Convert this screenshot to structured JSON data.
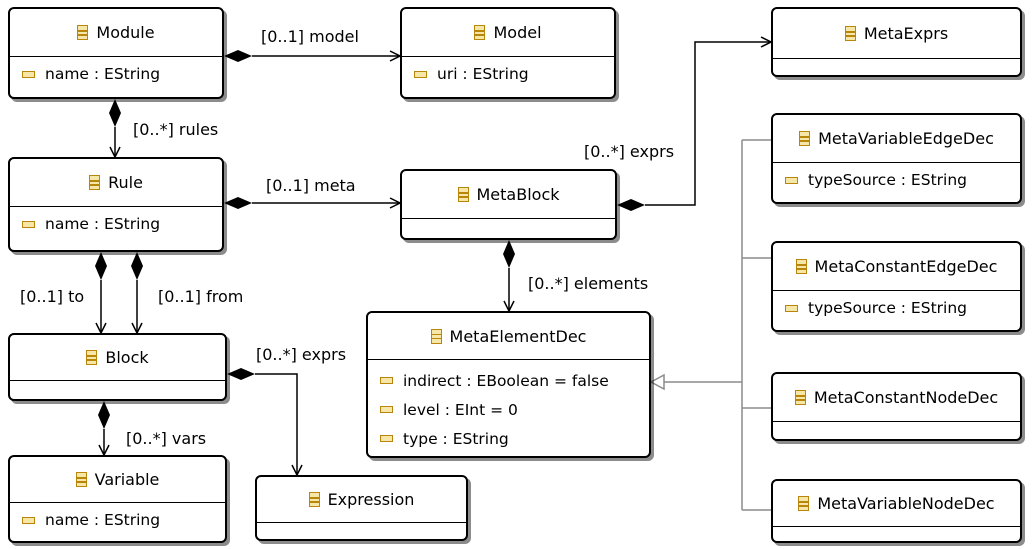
{
  "classes": {
    "module": {
      "name": "Module",
      "attrs": [
        "name : EString"
      ]
    },
    "model": {
      "name": "Model",
      "attrs": [
        "uri : EString"
      ]
    },
    "metaexprs": {
      "name": "MetaExprs"
    },
    "rule": {
      "name": "Rule",
      "attrs": [
        "name : EString"
      ]
    },
    "metablock": {
      "name": "MetaBlock"
    },
    "block": {
      "name": "Block"
    },
    "metaelementdec": {
      "name": "MetaElementDec",
      "attrs": [
        "indirect : EBoolean = false",
        "level : EInt = 0",
        "type : EString"
      ]
    },
    "variable": {
      "name": "Variable",
      "attrs": [
        "name : EString"
      ]
    },
    "expression": {
      "name": "Expression"
    },
    "metavariableedgedec": {
      "name": "MetaVariableEdgeDec",
      "attrs": [
        "typeSource : EString"
      ]
    },
    "metaconstantedgedec": {
      "name": "MetaConstantEdgeDec",
      "attrs": [
        "typeSource : EString"
      ]
    },
    "metaconstantnodedec": {
      "name": "MetaConstantNodeDec"
    },
    "metavariablenodedec": {
      "name": "MetaVariableNodeDec"
    }
  },
  "edge_labels": {
    "module_model": "[0..1] model",
    "module_rules": "[0..*] rules",
    "rule_meta": "[0..1] meta",
    "metablock_exprs": "[0..*] exprs",
    "metablock_elements": "[0..*] elements",
    "rule_to": "[0..1] to",
    "rule_from": "[0..1] from",
    "block_exprs": "[0..*] exprs",
    "block_vars": "[0..*] vars"
  },
  "icons": {
    "class": "class-icon",
    "attribute": "attribute-icon",
    "composition": "diamond-icon",
    "generalization": "triangle-icon"
  }
}
